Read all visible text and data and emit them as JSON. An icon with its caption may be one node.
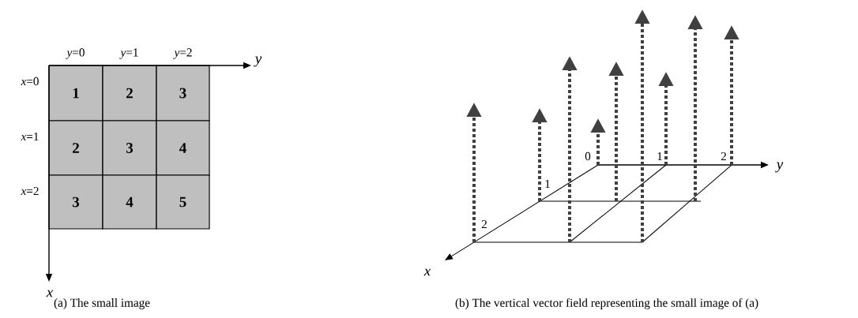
{
  "diagram": {
    "nodes": [
      {
        "text": [
          "1"
        ]
      },
      {
        "text": [
          "2"
        ]
      },
      {
        "text": [
          "3"
        ]
      },
      {
        "text": [
          "2"
        ]
      },
      {
        "text": [
          "3"
        ]
      },
      {
        "text": [
          "4"
        ]
      },
      {
        "text": [
          "3"
        ]
      },
      {
        "text": [
          "4"
        ]
      },
      {
        "text": [
          "5"
        ]
      }
    ],
    "edges": [],
    "labels": [
      "*y*=0",
      "*y*=1",
      "*y*=2",
      "*y*",
      "*x*=0",
      "*x*=1",
      "*x*=2",
      "*x*",
      "0",
      "1",
      "2",
      "*y*",
      "1",
      "2",
      "*x*",
      "(a) The small image",
      "(b) The vertical vector field representing the small image of (a)"
    ]
  }
}
